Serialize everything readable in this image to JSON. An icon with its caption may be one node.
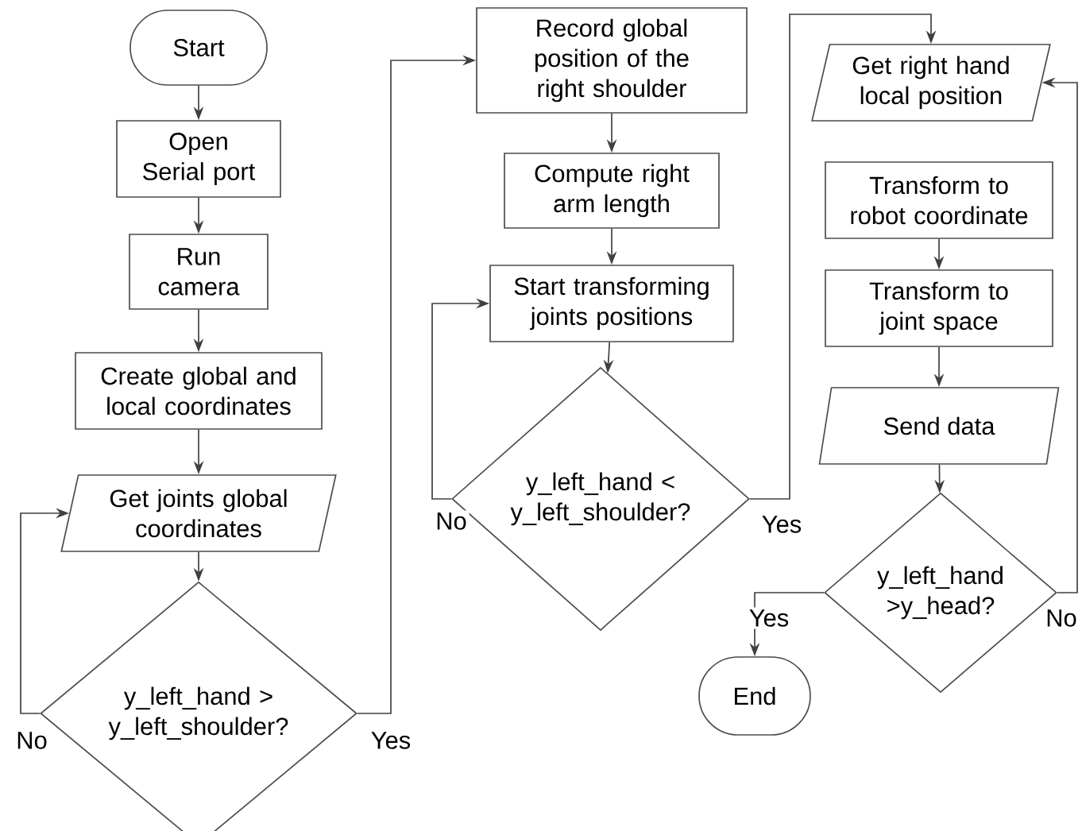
{
  "diagram": {
    "nodes": [
      {
        "text": [
          "Start"
        ]
      },
      {
        "text": [
          "Open Serial port"
        ]
      },
      {
        "text": [
          "Run camera"
        ]
      },
      {
        "text": [
          "Create global and local coordinates"
        ]
      },
      {
        "text": [
          "Get joints global coordinates"
        ]
      },
      {
        "text": [
          "y_left_hand > y_left_shoulder?"
        ]
      },
      {
        "text": [
          "Record global position of the right shoulder"
        ]
      },
      {
        "text": [
          "Compute right arm length"
        ]
      },
      {
        "text": [
          "Start transforming joints positions"
        ]
      },
      {
        "text": [
          "y_left_hand < y_left_shoulder?"
        ]
      },
      {
        "text": [
          "Get right hand local position"
        ]
      },
      {
        "text": [
          "Transform to robot coordinate"
        ]
      },
      {
        "text": [
          "Transform to joint space"
        ]
      },
      {
        "text": [
          "Send data"
        ]
      },
      {
        "text": [
          "y_left_hand >y_head?"
        ]
      },
      {
        "text": [
          "End"
        ]
      }
    ],
    "edges": [
      {
        "from": 0,
        "to": 1,
        "arrow": "to"
      },
      {
        "from": 1,
        "to": 2,
        "arrow": "to"
      },
      {
        "from": 2,
        "to": 3,
        "arrow": "to"
      },
      {
        "from": 3,
        "to": 4,
        "arrow": "to"
      },
      {
        "from": 4,
        "to": 5,
        "arrow": "to"
      },
      {
        "from": 5,
        "to": 4,
        "arrow": "to",
        "label": "No"
      },
      {
        "from": 5,
        "to": 6,
        "arrow": "to",
        "label": "Yes"
      },
      {
        "from": 6,
        "to": 7,
        "arrow": "to"
      },
      {
        "from": 7,
        "to": 8,
        "arrow": "to"
      },
      {
        "from": 8,
        "to": 9,
        "arrow": "to"
      },
      {
        "from": 9,
        "to": 8,
        "arrow": "to",
        "label": "No"
      },
      {
        "from": 9,
        "to": 10,
        "arrow": "to",
        "label": "Yes"
      },
      {
        "from": 11,
        "to": 12,
        "arrow": "to"
      },
      {
        "from": 12,
        "to": 13,
        "arrow": "to"
      },
      {
        "from": 13,
        "to": 14,
        "arrow": "to"
      },
      {
        "from": 14,
        "to": 15,
        "arrow": "to",
        "label": "Yes"
      },
      {
        "from": 14,
        "to": 10,
        "arrow": "to",
        "label": "No"
      }
    ]
  }
}
